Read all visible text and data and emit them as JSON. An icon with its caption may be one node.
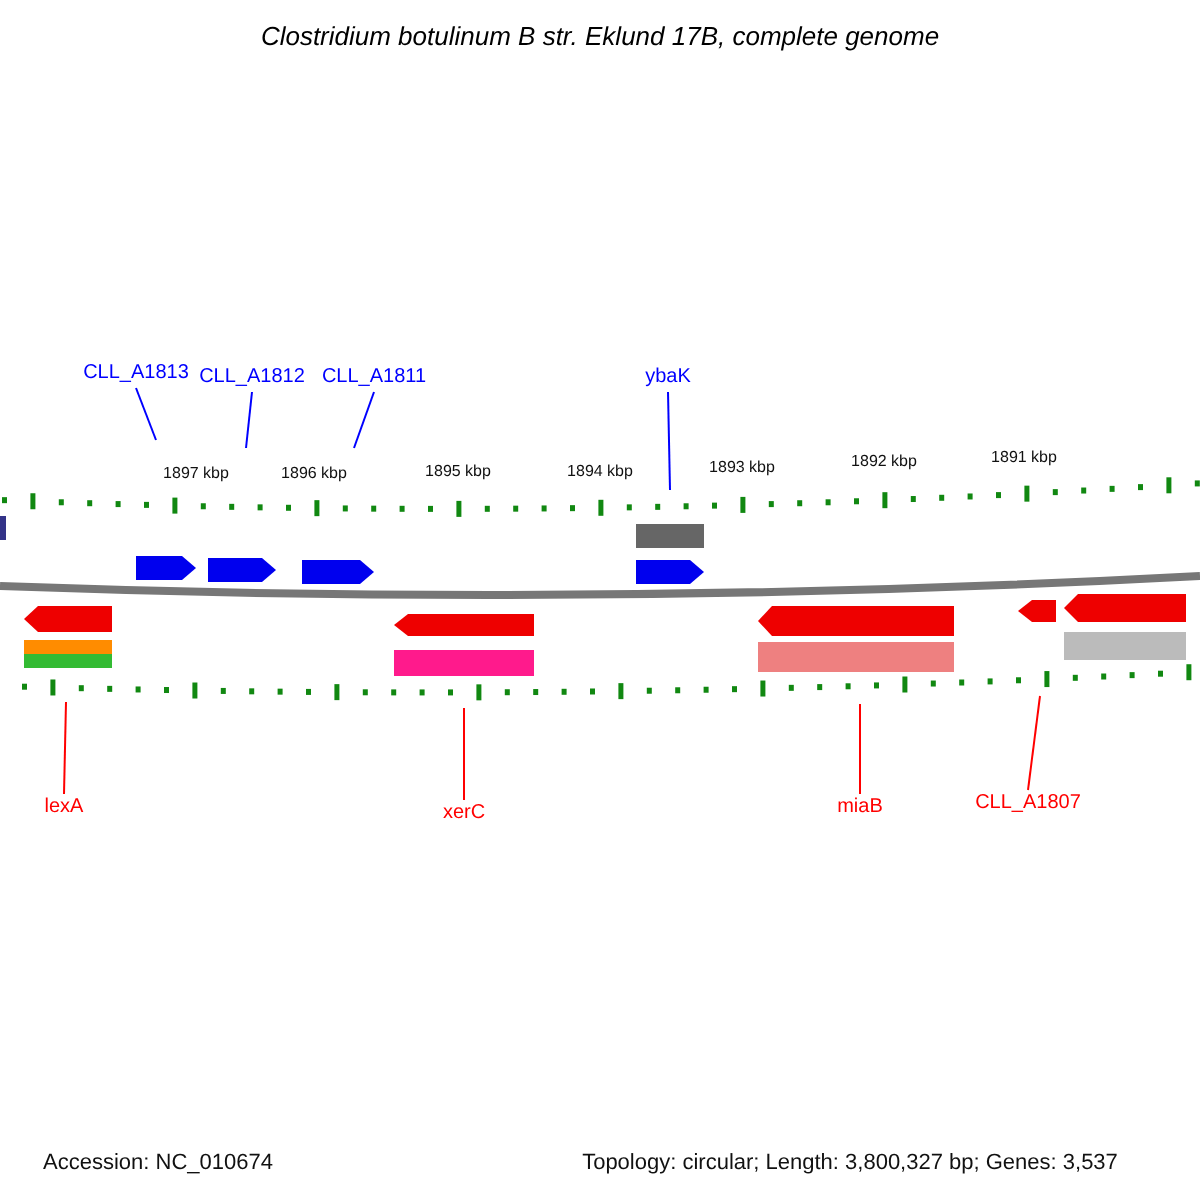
{
  "diagram": {
    "title": "Clostridium botulinum B str. Eklund 17B, complete genome",
    "nodes": [
      {
        "text": [
          "CLL_A1813"
        ]
      },
      {
        "text": [
          "CLL_A1812"
        ]
      },
      {
        "text": [
          "CLL_A1811"
        ]
      },
      {
        "text": [
          "ybaK"
        ]
      },
      {
        "text": [
          "lexA"
        ]
      },
      {
        "text": [
          "xerC"
        ]
      },
      {
        "text": [
          "miaB"
        ]
      },
      {
        "text": [
          "CLL_A1807"
        ]
      }
    ],
    "edges": [
      {
        "from": 0,
        "to": null,
        "arrow": "none",
        "color": "#0000ff"
      },
      {
        "from": 1,
        "to": null,
        "arrow": "none",
        "color": "#0000ff"
      },
      {
        "from": 2,
        "to": null,
        "arrow": "none",
        "color": "#0000ff"
      },
      {
        "from": 3,
        "to": null,
        "arrow": "none",
        "color": "#0000ff"
      },
      {
        "from": 4,
        "to": null,
        "arrow": "none",
        "color": "#ff0000"
      },
      {
        "from": 5,
        "to": null,
        "arrow": "none",
        "color": "#ff0000"
      },
      {
        "from": 6,
        "to": null,
        "arrow": "none",
        "color": "#ff0000"
      },
      {
        "from": 7,
        "to": null,
        "arrow": "none",
        "color": "#ff0000"
      }
    ],
    "labels": [
      "1897 kbp",
      "1896 kbp",
      "1895 kbp",
      "1894 kbp",
      "1893 kbp",
      "1892 kbp",
      "1891 kbp",
      "Accession: NC_010674",
      "Topology: circular; Length: 3,800,327 bp; Genes: 3,537"
    ]
  }
}
